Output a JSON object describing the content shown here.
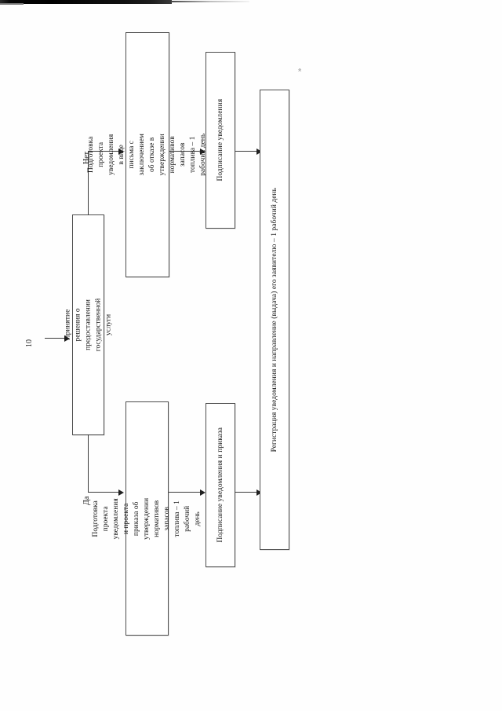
{
  "document": {
    "page_number": "10",
    "orientation": "rotated-90",
    "stray_mark": "»"
  },
  "diagram": {
    "type": "flowchart",
    "language": "ru",
    "decision": {
      "id": "decision",
      "text": "Принятие решения о предоставлении государственной услуги"
    },
    "branch_labels": {
      "no": "Нет",
      "yes": "Да"
    },
    "nodes": [
      {
        "id": "prepare-refusal",
        "branch": "no",
        "lines": [
          "Подготовка проекта уведомления в виде письма с",
          "заключением об отказе в утверждении нормативов",
          "запасов топлива – 1 рабочий день"
        ]
      },
      {
        "id": "sign-notice",
        "branch": "no",
        "lines": [
          "Подписание уведомления"
        ]
      },
      {
        "id": "prepare-approval",
        "branch": "yes",
        "lines": [
          "Подготовка проекта уведомления и проекта",
          "приказа об утверждении нормативов запасов",
          "топлива – 1 рабочий день"
        ]
      },
      {
        "id": "sign-notice-and-order",
        "branch": "yes",
        "lines": [
          "Подписание уведомления и приказа"
        ]
      },
      {
        "id": "register-and-send",
        "branch": "merge",
        "lines": [
          "Регистрация уведомления и направление (выдача) его заявителю – 1 рабочий день"
        ]
      }
    ]
  }
}
